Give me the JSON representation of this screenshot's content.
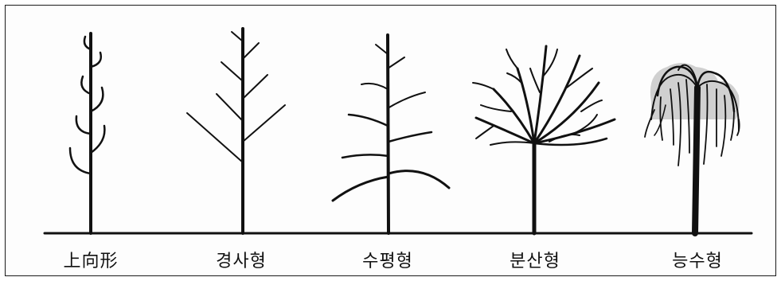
{
  "diagram": {
    "trees": [
      {
        "id": "upward",
        "label": "上向形"
      },
      {
        "id": "slanted",
        "label": "경사형"
      },
      {
        "id": "horizontal",
        "label": "수평형"
      },
      {
        "id": "spreading",
        "label": "분산형"
      },
      {
        "id": "weeping",
        "label": "능수형"
      }
    ],
    "colors": {
      "ink": "#111111",
      "foliage_shade": "#d0d0d0",
      "background": "#fdfdfd"
    }
  }
}
